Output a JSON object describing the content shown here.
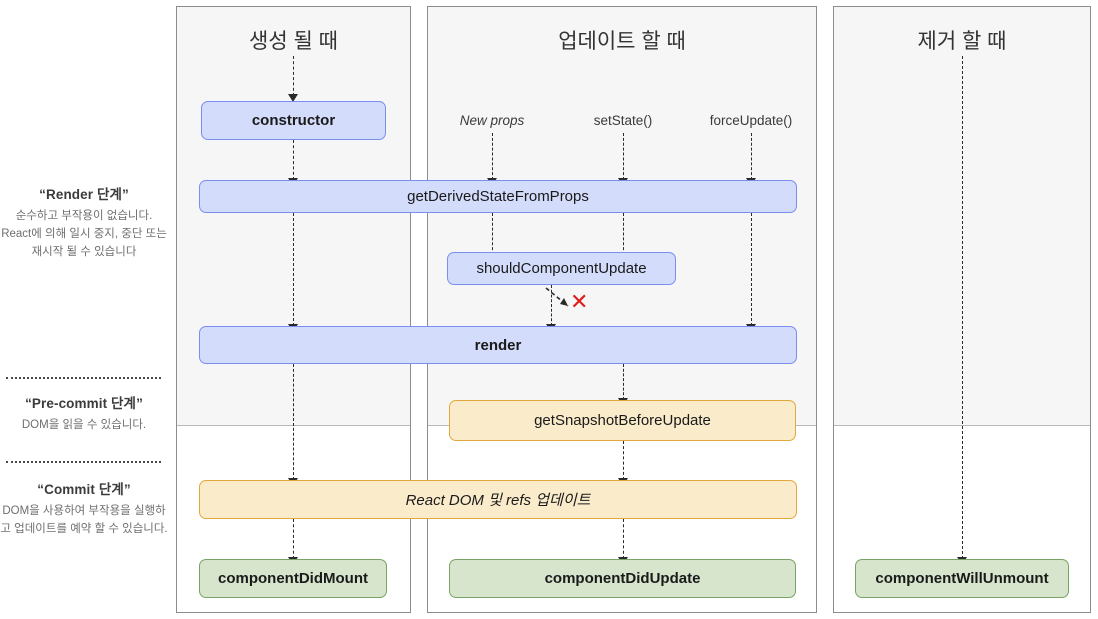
{
  "diagram": {
    "title": "React lifecycle methods diagram (Korean)",
    "columns": [
      {
        "id": "mount",
        "title": "생성 될 때"
      },
      {
        "id": "update",
        "title": "업데이트 할 때"
      },
      {
        "id": "unmount",
        "title": "제거 할 때"
      }
    ],
    "phases": [
      {
        "id": "render",
        "title": "“Render 단계”",
        "body": "순수하고 부작용이 없습니다. React에 의해 일시 중지, 중단 또는 재시작 될 수 있습니다"
      },
      {
        "id": "pre-commit",
        "title": "“Pre-commit 단계”",
        "body": "DOM을 읽을 수 있습니다."
      },
      {
        "id": "commit",
        "title": "“Commit 단계”",
        "body": "DOM을 사용하여 부작용을 실행하고 업데이트를 예약 할 수 있습니다."
      }
    ],
    "triggers": [
      {
        "id": "new-props",
        "label": "New props"
      },
      {
        "id": "set-state",
        "label": "setState()"
      },
      {
        "id": "force-update",
        "label": "forceUpdate()"
      }
    ],
    "nodes": {
      "constructor": "constructor",
      "get_derived_state": "getDerivedStateFromProps",
      "should_component_update": "shouldComponentUpdate",
      "render": "render",
      "get_snapshot": "getSnapshotBeforeUpdate",
      "react_dom_refs": "React DOM 및 refs 업데이트",
      "component_did_mount": "componentDidMount",
      "component_did_update": "componentDidUpdate",
      "component_will_unmount": "componentWillUnmount"
    },
    "annotations": {
      "skip_render_x": "✕"
    },
    "colors": {
      "render_phase_box": "#d4dcfb",
      "render_phase_border": "#7a8ef0",
      "precommit_box": "#faeccb",
      "precommit_border": "#e3a83b",
      "commit_box": "#d6e5cc",
      "commit_border": "#79a463",
      "panel_top_bg": "#f6f6f6",
      "panel_bottom_bg": "#ffffff",
      "panel_border": "#8c8c8c",
      "skip_marker": "#e01b1b",
      "connector": "#2a2a2a"
    }
  }
}
